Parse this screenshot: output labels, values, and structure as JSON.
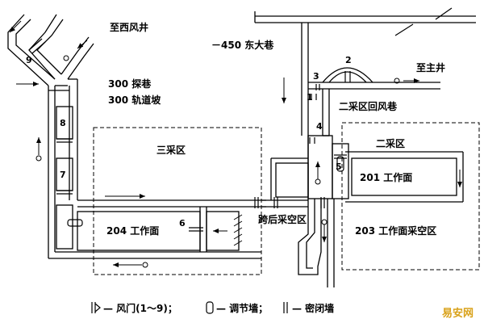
{
  "labels": {
    "west_shaft": "至西风井",
    "east_main_lane": "－450 东大巷",
    "main_shaft": "至主井",
    "roadway_300_explore": "300 探巷",
    "roadway_300_track": "300 轨道坡",
    "area3": "三采区",
    "area2": "二采区",
    "area2_return": "二采区回风巷",
    "face_201": "201 工作面",
    "face_204": "204 工作面",
    "cross_goaf": "跨后采空区",
    "face_203_goaf": "203 工作面采空区"
  },
  "door_numbers": [
    "1",
    "2",
    "3",
    "4",
    "5",
    "6",
    "7",
    "8",
    "9"
  ],
  "legend": {
    "door": "— 风门(1～9)；",
    "regulator": "— 调节墙；",
    "seal": "— 密闭墙"
  },
  "watermark": "易安网",
  "colors": {
    "line": "#000000",
    "watermark": "#d9a21b"
  }
}
